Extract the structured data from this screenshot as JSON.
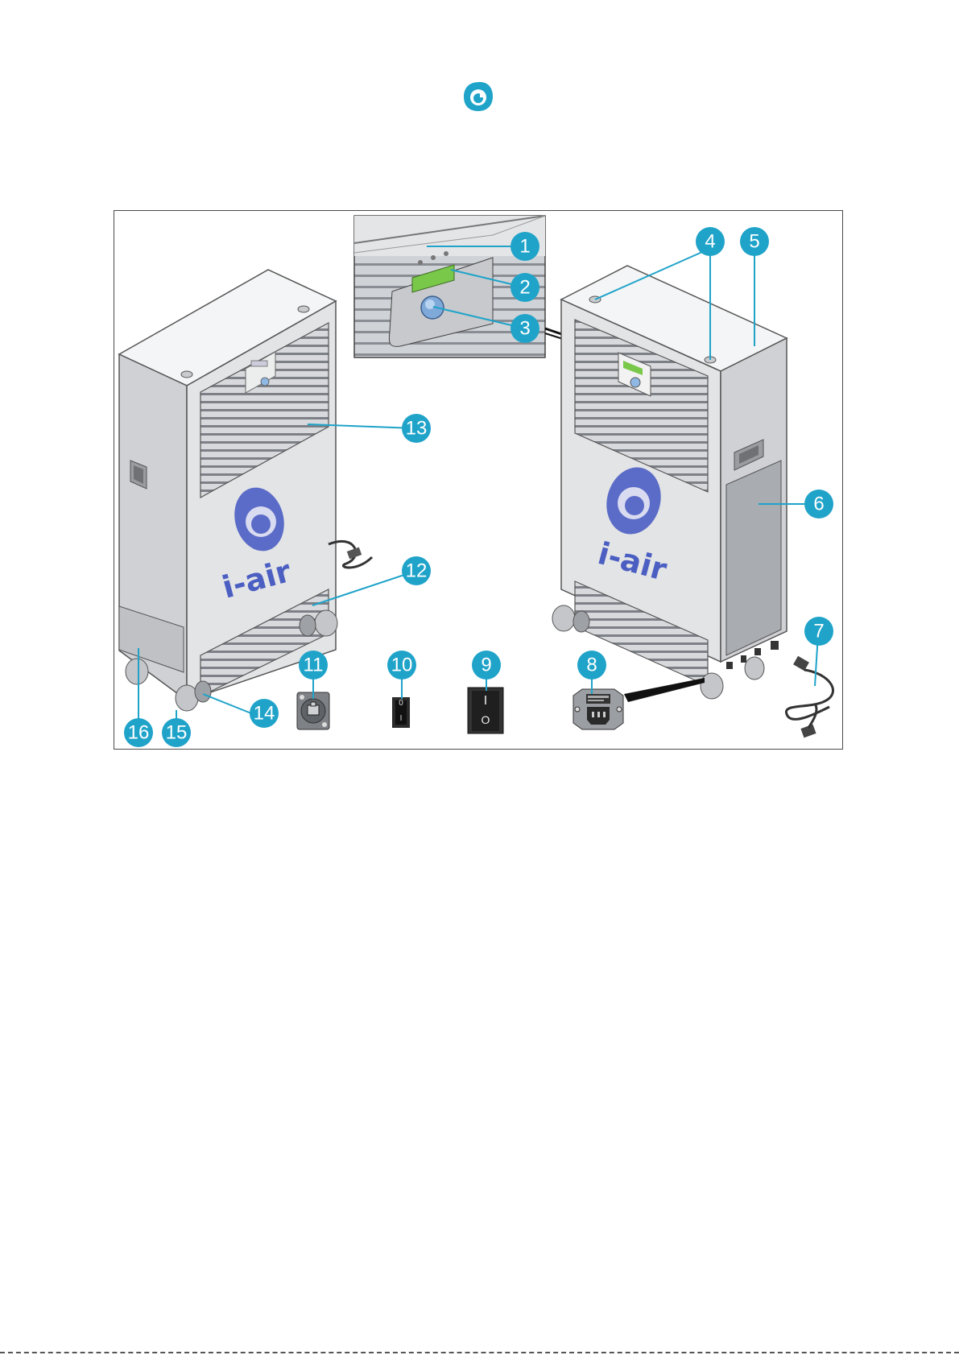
{
  "page": {
    "logo_icon": "i-air-eye-icon",
    "accent_color": "#1fa3c9",
    "brand_color": "#4b5fc2"
  },
  "figure": {
    "brand_wordmark": "i-air",
    "switch_10": {
      "top": "0",
      "bottom": "I"
    },
    "switch_9": {
      "top": "I",
      "bottom": "O"
    },
    "callouts": [
      {
        "label": "1"
      },
      {
        "label": "2"
      },
      {
        "label": "3"
      },
      {
        "label": "4"
      },
      {
        "label": "5"
      },
      {
        "label": "6"
      },
      {
        "label": "7"
      },
      {
        "label": "8"
      },
      {
        "label": "9"
      },
      {
        "label": "10"
      },
      {
        "label": "11"
      },
      {
        "label": "12"
      },
      {
        "label": "13"
      },
      {
        "label": "14"
      },
      {
        "label": "15"
      },
      {
        "label": "16"
      }
    ]
  }
}
